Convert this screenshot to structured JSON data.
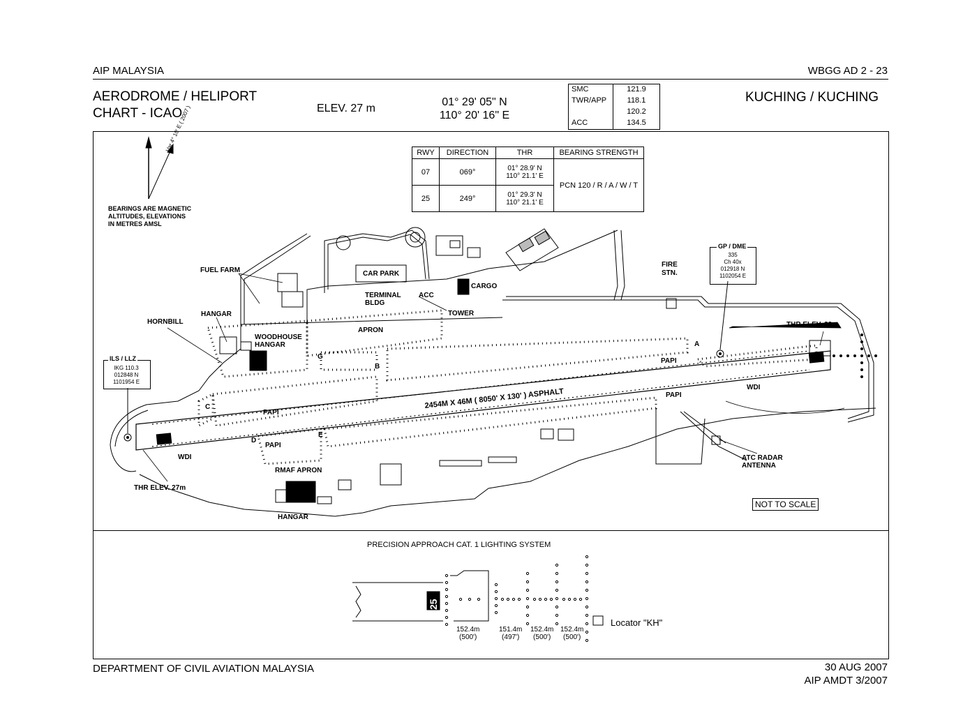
{
  "header": {
    "left": "AIP MALAYSIA",
    "right": "WBGG AD 2 - 23",
    "title_line1": "AERODROME / HELIPORT",
    "title_line2": "CHART - ICAO",
    "elev": "ELEV. 27 m",
    "lat": "01° 29' 05\" N",
    "lon": "110° 20' 16\" E",
    "location": "KUCHING / KUCHING"
  },
  "frequencies": [
    {
      "service": "SMC",
      "freq": "121.9"
    },
    {
      "service": "TWR/APP",
      "freq": "118.1"
    },
    {
      "service": "",
      "freq": "120.2"
    },
    {
      "service": "ACC",
      "freq": "134.5"
    }
  ],
  "runway_table": {
    "headers": [
      "RWY",
      "DIRECTION",
      "THR",
      "BEARING STRENGTH"
    ],
    "rows": [
      {
        "rwy": "07",
        "direction": "069°",
        "thr1": "01° 28.9' N",
        "thr2": "110° 21.1' E"
      },
      {
        "rwy": "25",
        "direction": "249°",
        "thr1": "01° 29.3' N",
        "thr2": "110° 21.1' E"
      }
    ],
    "bearing_strength": "PCN 120 / R / A / W / T"
  },
  "notes": {
    "var": "Var 4° 10' E ( 2007 )",
    "line1": "BEARINGS ARE MAGNETIC",
    "line2": "ALTITUDES, ELEVATIONS",
    "line3": "IN METRES AMSL"
  },
  "ils": {
    "title": "ILS / LLZ",
    "ident": "IKG 110.3",
    "lat": "012848 N",
    "lon": "1101954 E"
  },
  "gpdme": {
    "title": "GP / DME",
    "l1": "335",
    "l2": "Ch 40x",
    "lat": "012918 N",
    "lon": "1102054 E"
  },
  "labels": {
    "fuel_farm": "FUEL FARM",
    "car_park": "CAR PARK",
    "cargo": "CARGO",
    "terminal1": "TERMINAL",
    "terminal2": "BLDG",
    "acc": "ACC",
    "tower": "TOWER",
    "apron": "APRON",
    "hangar_top": "HANGAR",
    "hornbill": "HORNBILL",
    "woodhouse1": "WOODHOUSE",
    "woodhouse2": "HANGAR",
    "fire1": "FIRE",
    "fire2": "STN.",
    "thr_elev_23": "THR ELEV. 23m",
    "thr_elev_27": "THR ELEV. 27m",
    "papi": "PAPI",
    "wdi": "WDI",
    "runway_desc": "2454M  X  46M  ( 8050'  X  130' )    ASPHALT",
    "rmaf_apron": "RMAF APRON",
    "hangar_bottom": "HANGAR",
    "atc_radar1": "ATC RADAR",
    "atc_radar2": "ANTENNA",
    "not_to_scale": "NOT TO SCALE",
    "twy_a": "A",
    "twy_b": "B",
    "twy_c": "C",
    "twy_d": "D",
    "twy_e": "E",
    "twy_g": "G"
  },
  "lighting": {
    "title": "PRECISION APPROACH CAT. 1 LIGHTING SYSTEM",
    "rwy_num": "25",
    "d1": "152.4m",
    "d1f": "(500')",
    "d2": "151.4m",
    "d2f": "(497')",
    "d3": "152.4m",
    "d3f": "(500')",
    "d4": "152.4m",
    "d4f": "(500')",
    "locator": "Locator \"KH\""
  },
  "footer": {
    "left": "DEPARTMENT OF CIVIL AVIATION MALAYSIA",
    "date": "30 AUG 2007",
    "amdt": "AIP AMDT 3/2007"
  }
}
